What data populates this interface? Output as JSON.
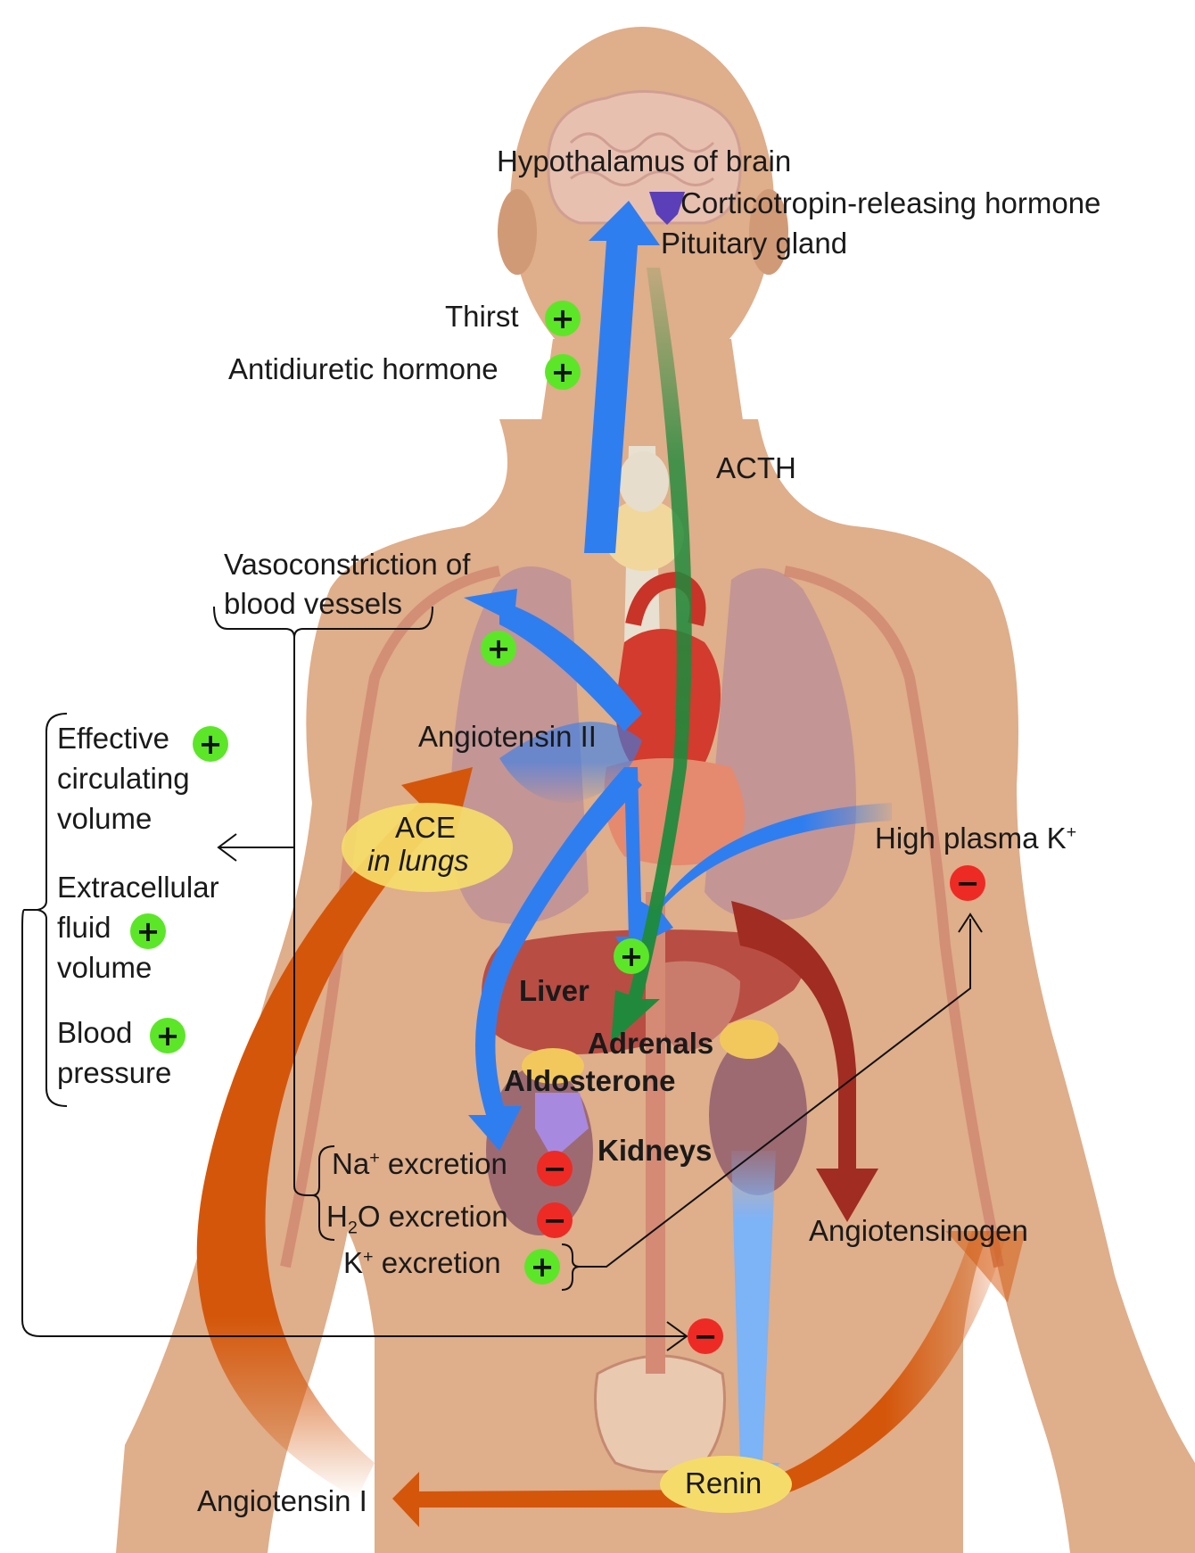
{
  "labels": {
    "hypothalamus": "Hypothalamus of brain",
    "crh": "Corticotropin-releasing hormone",
    "pituitary": "Pituitary gland",
    "thirst": "Thirst",
    "adh": "Antidiuretic hormone",
    "acth": "ACTH",
    "vaso_line1": "Vasoconstriction of",
    "vaso_line2": "blood vessels",
    "effective_line1": "Effective",
    "effective_line2": "circulating",
    "effective_line3": "volume",
    "angiotensin2": "Angiotensin II",
    "ace_line1": "ACE",
    "ace_line2": "in lungs",
    "high_k": "High plasma K",
    "high_k_sup": "+",
    "ecf_line1": "Extracellular",
    "ecf_line2": "fluid",
    "ecf_line3": "volume",
    "liver": "Liver",
    "adrenals": "Adrenals",
    "aldosterone": "Aldosterone",
    "bp_line1": "Blood",
    "bp_line2": "pressure",
    "kidneys": "Kidneys",
    "na_base": "Na",
    "na_sup": "+",
    "na_rest": " excretion",
    "h2o_base": "H",
    "h2o_sub": "2",
    "h2o_rest": "O excretion",
    "k_base": "K",
    "k_sup": "+",
    "k_rest": " excretion",
    "angiotensinogen": "Angiotensinogen",
    "renin": "Renin",
    "angiotensin1": "Angiotensin I"
  },
  "signs": {
    "plus": "+",
    "minus": "−"
  },
  "colors": {
    "skin": "#dfae8a",
    "skin_dark": "#d19a76",
    "blue_arrow": "#2f7ef0",
    "light_blue_arrow": "#7db3f7",
    "green_arrow": "#1e8a3c",
    "orange_arrow": "#d4560a",
    "dark_red_arrow": "#a02c22",
    "plus_badge": "#5ce628",
    "minus_badge": "#ee2a24",
    "ellipse_yellow": "#f5dc6a",
    "crh_arrow": "#5b3fb8"
  }
}
